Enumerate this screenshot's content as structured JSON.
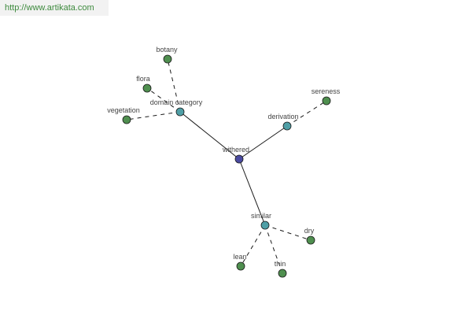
{
  "watermark": {
    "text": "http://www.artikata.com"
  },
  "colors": {
    "center": "#4a4aa0",
    "category": "#4f9fa6",
    "leaf": "#4f8f4f",
    "edge": "#1a1a1a"
  },
  "graph": {
    "nodes": [
      {
        "id": "withered",
        "label": "withered",
        "kind": "center"
      },
      {
        "id": "domain-category",
        "label": "domain category",
        "kind": "category"
      },
      {
        "id": "derivation",
        "label": "derivation",
        "kind": "category"
      },
      {
        "id": "similar",
        "label": "similar",
        "kind": "category"
      },
      {
        "id": "botany",
        "label": "botany",
        "kind": "leaf"
      },
      {
        "id": "flora",
        "label": "flora",
        "kind": "leaf"
      },
      {
        "id": "vegetation",
        "label": "vegetation",
        "kind": "leaf"
      },
      {
        "id": "sereness",
        "label": "sereness",
        "kind": "leaf"
      },
      {
        "id": "dry",
        "label": "dry",
        "kind": "leaf"
      },
      {
        "id": "lean",
        "label": "lean",
        "kind": "leaf"
      },
      {
        "id": "thin",
        "label": "thin",
        "kind": "leaf"
      }
    ],
    "edges": [
      {
        "from": "withered",
        "to": "domain-category",
        "style": "solid"
      },
      {
        "from": "withered",
        "to": "derivation",
        "style": "solid"
      },
      {
        "from": "withered",
        "to": "similar",
        "style": "solid"
      },
      {
        "from": "domain-category",
        "to": "botany",
        "style": "dashed"
      },
      {
        "from": "domain-category",
        "to": "flora",
        "style": "dashed"
      },
      {
        "from": "domain-category",
        "to": "vegetation",
        "style": "dashed"
      },
      {
        "from": "derivation",
        "to": "sereness",
        "style": "dashed"
      },
      {
        "from": "similar",
        "to": "dry",
        "style": "dashed"
      },
      {
        "from": "similar",
        "to": "lean",
        "style": "dashed"
      },
      {
        "from": "similar",
        "to": "thin",
        "style": "dashed"
      }
    ]
  }
}
